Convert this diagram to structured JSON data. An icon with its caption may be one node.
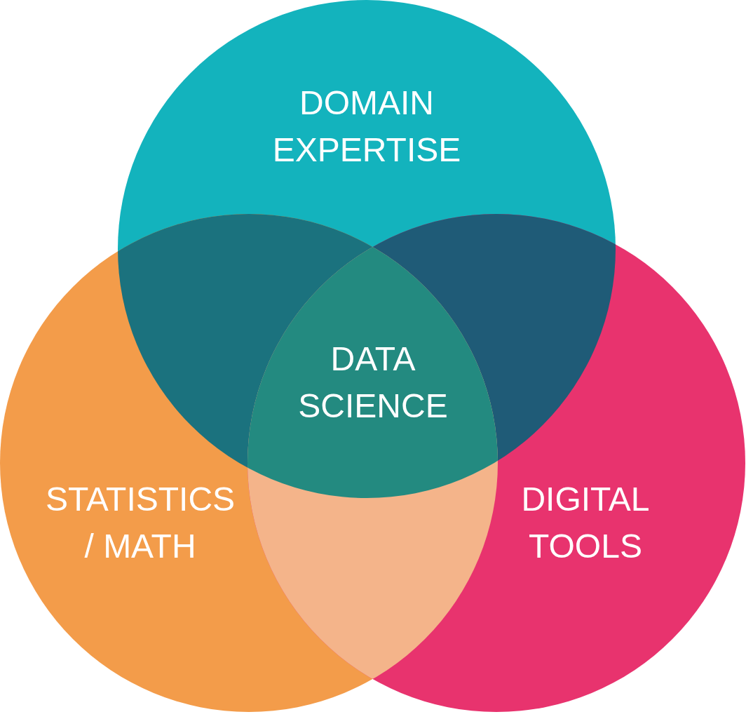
{
  "diagram": {
    "nodes": [
      {
        "text": [
          "DOMAIN EXPERTISE"
        ]
      },
      {
        "text": [
          "DATA SCIENCE"
        ]
      },
      {
        "text": [
          "STATISTICS / MATH"
        ]
      },
      {
        "text": [
          "DIGITAL TOOLS"
        ]
      }
    ]
  }
}
